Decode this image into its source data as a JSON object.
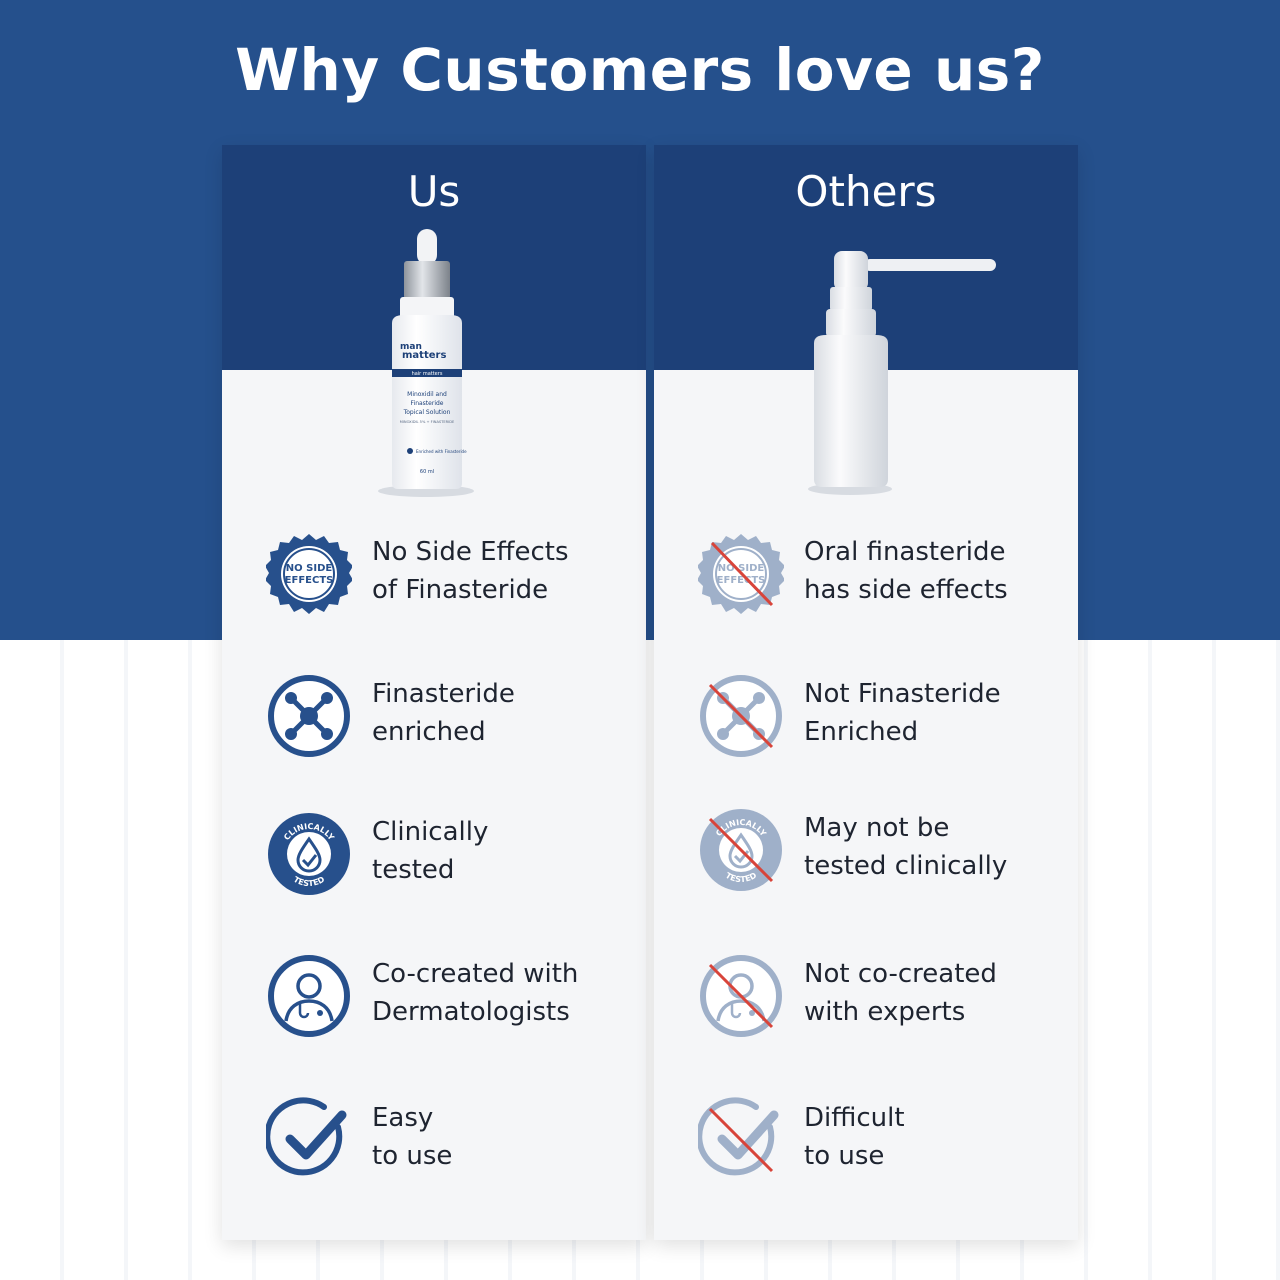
{
  "title": "Why Customers love us?",
  "colors": {
    "brand_blue": "#25508c",
    "header_blue": "#1d4078",
    "icon_blue": "#27508c",
    "icon_faded": "#9fb0c9",
    "cross_red": "#d8443a"
  },
  "columns": [
    {
      "title": "Us",
      "product_label": {
        "brand_line1": "man",
        "brand_line2": "matters",
        "band": "hair matters",
        "desc1": "Minoxidil and",
        "desc2": "Finasteride",
        "desc3": "Topical Solution",
        "desc4": "MINOXIDIL 5% + FINASTERIDE",
        "feature": "Enriched with Finasteride",
        "volume": "60 ml"
      },
      "rows": [
        {
          "icon": "no-side-effects-badge-icon",
          "badge_line1": "NO SIDE",
          "badge_line2": "EFFECTS",
          "line1": "No Side Effects",
          "line2": "of Finasteride"
        },
        {
          "icon": "molecule-icon",
          "line1": "Finasteride",
          "line2": "enriched"
        },
        {
          "icon": "clinically-tested-icon",
          "badge_top": "CLINICALLY",
          "badge_bottom": "TESTED",
          "line1": "Clinically",
          "line2": "tested"
        },
        {
          "icon": "doctor-icon",
          "line1": "Co-created with",
          "line2": "Dermatologists"
        },
        {
          "icon": "checkmark-icon",
          "line1": "Easy",
          "line2": "to use"
        }
      ]
    },
    {
      "title": "Others",
      "rows": [
        {
          "icon": "crossed-no-side-effects-badge-icon",
          "badge_line1": "NO SIDE",
          "badge_line2": "EFFECTS",
          "line1": "Oral finasteride",
          "line2": "has side effects"
        },
        {
          "icon": "crossed-molecule-icon",
          "line1": "Not Finasteride",
          "line2": "Enriched"
        },
        {
          "icon": "crossed-clinically-tested-icon",
          "badge_top": "CLINICALLY",
          "badge_bottom": "TESTED",
          "line1": "May not be",
          "line2": "tested clinically"
        },
        {
          "icon": "crossed-doctor-icon",
          "line1": "Not co-created",
          "line2": "with experts"
        },
        {
          "icon": "crossed-checkmark-icon",
          "line1": "Difficult",
          "line2": "to use"
        }
      ]
    }
  ]
}
